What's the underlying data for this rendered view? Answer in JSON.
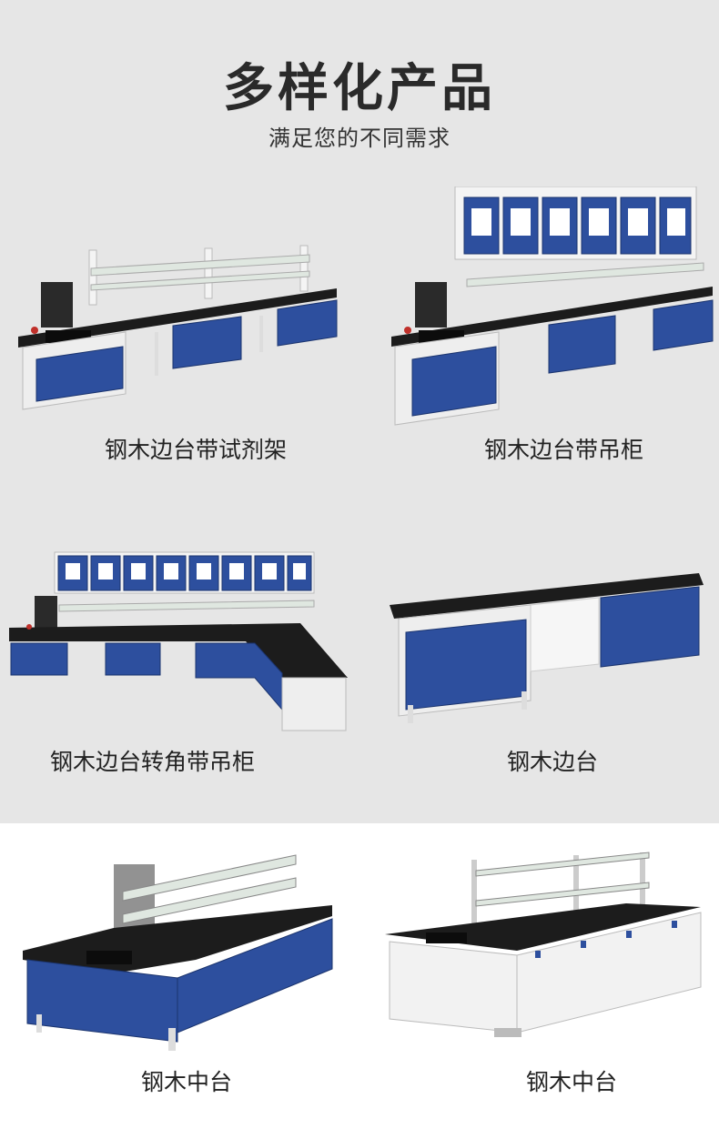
{
  "header": {
    "title": "多样化产品",
    "subtitle": "满足您的不同需求"
  },
  "products": [
    {
      "caption": "钢木边台带试剂架"
    },
    {
      "caption": "钢木边台带吊柜"
    },
    {
      "caption": "钢木边台转角带吊柜"
    },
    {
      "caption": "钢木边台"
    },
    {
      "caption": "钢木中台"
    },
    {
      "caption": "钢木中台"
    }
  ],
  "colors": {
    "background": "#e6e6e6",
    "cabinet_blue": "#2d4f9e",
    "countertop": "#1c1c1c",
    "frame_white": "#f2f2f2"
  }
}
